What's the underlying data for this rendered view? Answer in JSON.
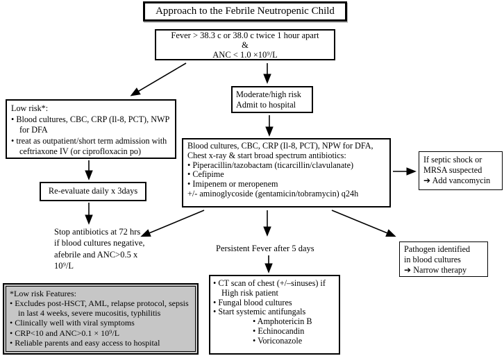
{
  "title": "Approach to the Febrile Neutropenic Child",
  "colors": {
    "ink": "#000000",
    "background": "#ffffff",
    "lowrisk_features_fill": "#c6c6c6"
  },
  "fever_box": {
    "line1": "Fever > 38.3 c or 38.0 c twice 1 hour apart",
    "line2": "&",
    "line3": "ANC < 1.0 ×10⁹/L"
  },
  "low_risk_box": {
    "title": "Low risk*:",
    "bullets": [
      "• Blood cultures, CBC, CRP (Il-8, PCT), NWP for DFA",
      "• treat as outpatient/short term admission with ceftriaxone IV (or ciprofloxacin po)"
    ]
  },
  "moderate_box": {
    "line1": "Moderate/high risk",
    "line2": "Admit to hospital"
  },
  "broad_spectrum_box": {
    "line1": "Blood cultures, CBC, CRP (Il-8, PCT), NPW for DFA,",
    "line2": "Chest x-ray & start broad spectrum antibiotics:",
    "bullets": [
      "• Piperacillin/tazobactam (ticarcillin/clavulanate)",
      "• Cefipime",
      "• Imipenem or meropenem"
    ],
    "footer": "+/- aminoglycoside (gentamicin/tobramycin) q24h"
  },
  "septic_shock_box": {
    "line1": "If septic shock or",
    "line2": "MRSA suspected",
    "line3": "➔ Add vancomycin"
  },
  "reevaluate_box": {
    "label": "Re-evaluate daily x 3days"
  },
  "stop_antibiotics_note": {
    "text": "Stop antibiotics at 72 hrs if blood cultures negative, afebrile and ANC>0.5 x 10⁹/L"
  },
  "persistent_fever_note": {
    "label": "Persistent Fever after 5 days"
  },
  "pathogen_box": {
    "line1": "Pathogen identified",
    "line2": "in blood cultures",
    "line3": "➔ Narrow therapy"
  },
  "ct_box": {
    "bullets": [
      "• CT scan of chest (+/–sinuses) if High risk patient",
      "• Fungal blood cultures",
      "• Start systemic antifungals"
    ],
    "sub_bullets": [
      "• Amphotericin B",
      "• Echinocandin",
      "• Voriconazole"
    ]
  },
  "low_risk_features_box": {
    "title": "*Low risk Features:",
    "bullets": [
      "• Excludes post-HSCT, AML, relapse protocol, sepsis in last 4 weeks, severe mucositis, typhilitis",
      "• Clinically well with viral symptoms",
      "• CRP<10 and ANC>0.1 × 10⁹/L",
      "• Reliable parents and easy access to hospital"
    ]
  }
}
